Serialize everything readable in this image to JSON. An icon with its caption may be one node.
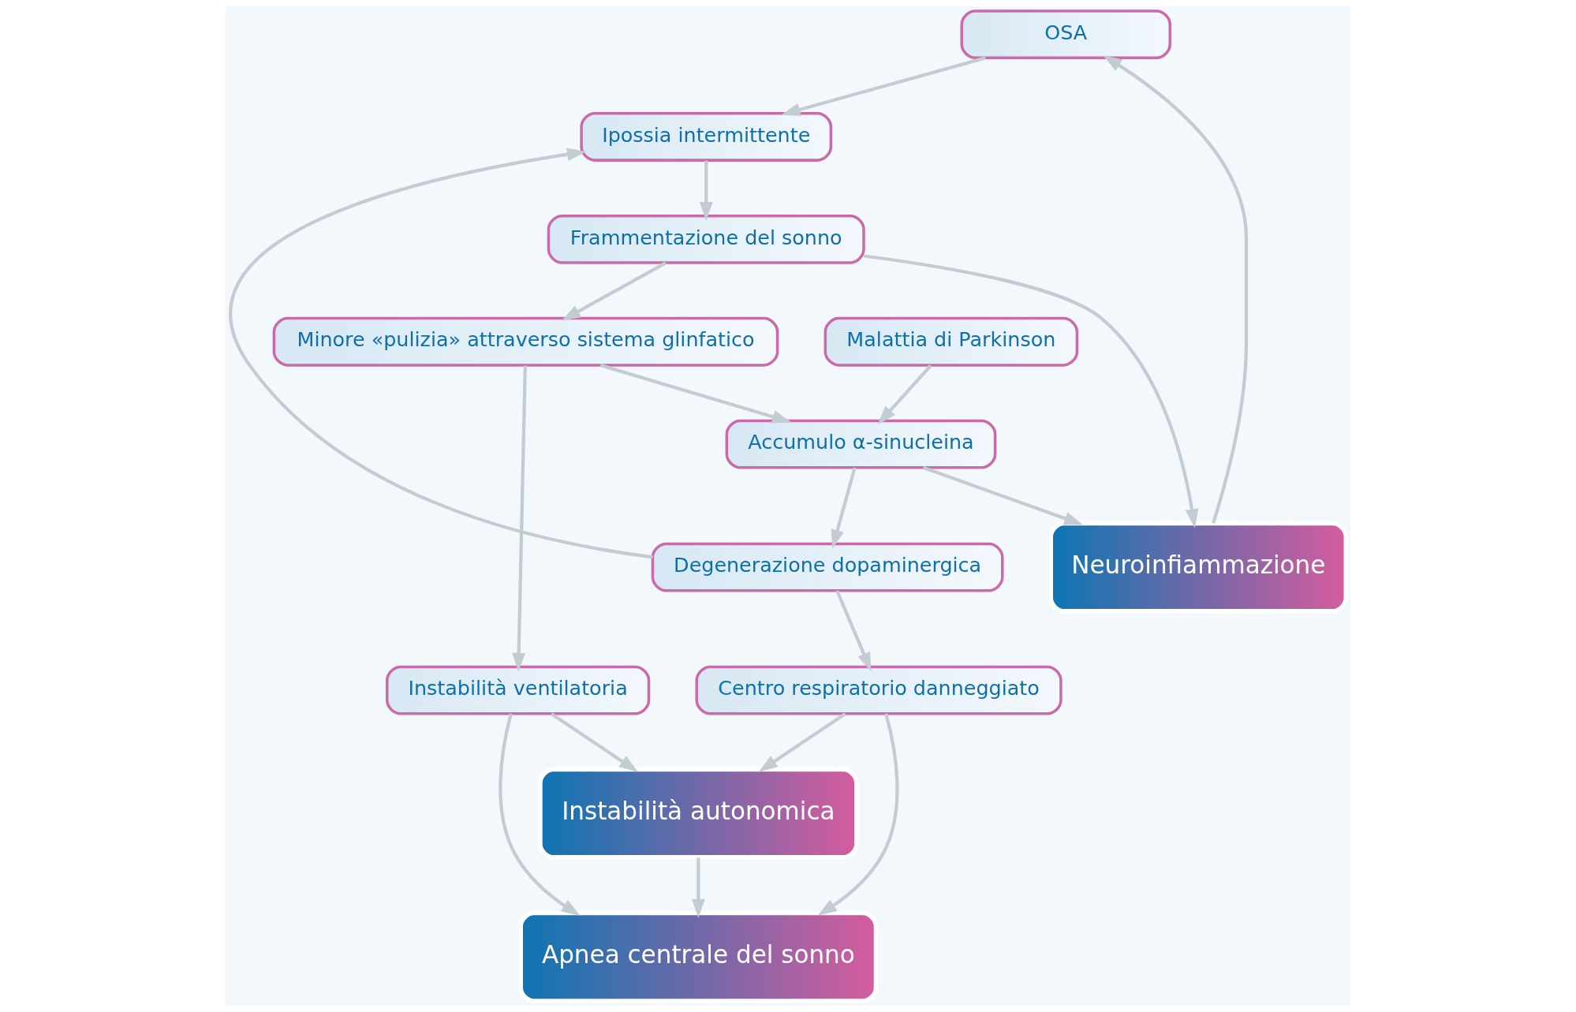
{
  "diagram": {
    "nodes": [
      {
        "text": [
          "OSA"
        ]
      },
      {
        "text": [
          "Ipossia intermittente"
        ]
      },
      {
        "text": [
          "Frammentazione del sonno"
        ]
      },
      {
        "text": [
          "Minore «pulizia» attraverso sistema glinfatico"
        ]
      },
      {
        "text": [
          "Instabilità ventilatoria"
        ]
      },
      {
        "text": [
          "Neuroinfiammazione"
        ]
      },
      {
        "text": [
          "Apnea centrale del sonno"
        ]
      },
      {
        "text": [
          "Instabilità autonomica"
        ]
      },
      {
        "text": [
          "Malattia di Parkinson"
        ]
      },
      {
        "text": [
          "Accumulo α-sinucleina"
        ]
      },
      {
        "text": [
          "Degenerazione dopaminergica"
        ]
      },
      {
        "text": [
          "Centro respiratorio danneggiato"
        ]
      }
    ],
    "edges": [
      {
        "from": 5,
        "to": 0,
        "arrow": "to"
      },
      {
        "from": 0,
        "to": 1,
        "arrow": "to"
      },
      {
        "from": 1,
        "to": 2,
        "arrow": "to"
      },
      {
        "from": 2,
        "to": 3,
        "arrow": "to"
      },
      {
        "from": 3,
        "to": 4,
        "arrow": "to"
      },
      {
        "from": 2,
        "to": 5,
        "arrow": "to"
      },
      {
        "from": 3,
        "to": 9,
        "arrow": "to"
      },
      {
        "from": 10,
        "to": 1,
        "arrow": "to"
      },
      {
        "from": 4,
        "to": 6,
        "arrow": "to"
      },
      {
        "from": 4,
        "to": 7,
        "arrow": "to"
      },
      {
        "from": 7,
        "to": 6,
        "arrow": "to"
      },
      {
        "from": 11,
        "to": 6,
        "arrow": "to"
      },
      {
        "from": 11,
        "to": 7,
        "arrow": "to"
      },
      {
        "from": 9,
        "to": 5,
        "arrow": "to"
      },
      {
        "from": 8,
        "to": 9,
        "arrow": "to"
      },
      {
        "from": 9,
        "to": 10,
        "arrow": "to"
      },
      {
        "from": 10,
        "to": 11,
        "arrow": "to"
      }
    ]
  }
}
